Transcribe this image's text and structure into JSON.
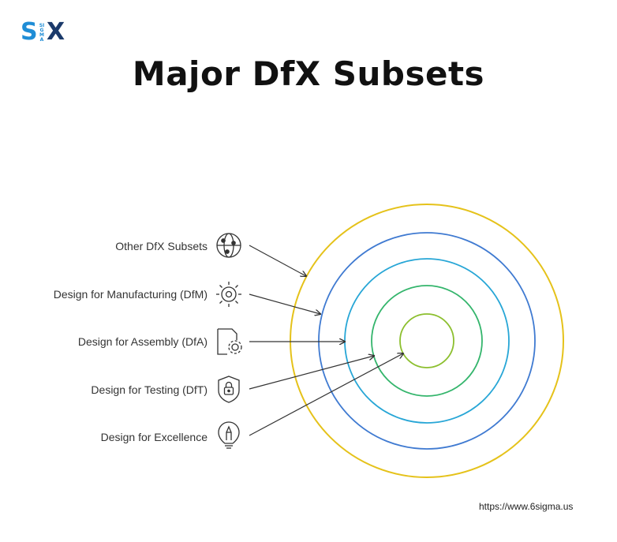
{
  "logo": {
    "letter_s": "S",
    "letter_x": "X",
    "sigma": "SIGMA",
    "colors": {
      "s": "#1f8dd6",
      "x": "#1b3a6b",
      "sigma": "#ffffff"
    }
  },
  "title": "Major DfX Subsets",
  "items": [
    {
      "label": "Other DfX Subsets",
      "icon": "globe-network-icon",
      "ring_color": "#e5c21a"
    },
    {
      "label": "Design for Manufacturing (DfM)",
      "icon": "sun-gear-icon",
      "ring_color": "#3f7ad1"
    },
    {
      "label": "Design for Assembly (DfA)",
      "icon": "document-gear-icon",
      "ring_color": "#27a6d6"
    },
    {
      "label": "Design for Testing (DfT)",
      "icon": "shield-lock-icon",
      "ring_color": "#34b56c"
    },
    {
      "label": "Design for Excellence",
      "icon": "lightbulb-pen-icon",
      "ring_color": "#8cbf2e"
    }
  ],
  "footer": {
    "url": "https://www.6sigma.us"
  }
}
